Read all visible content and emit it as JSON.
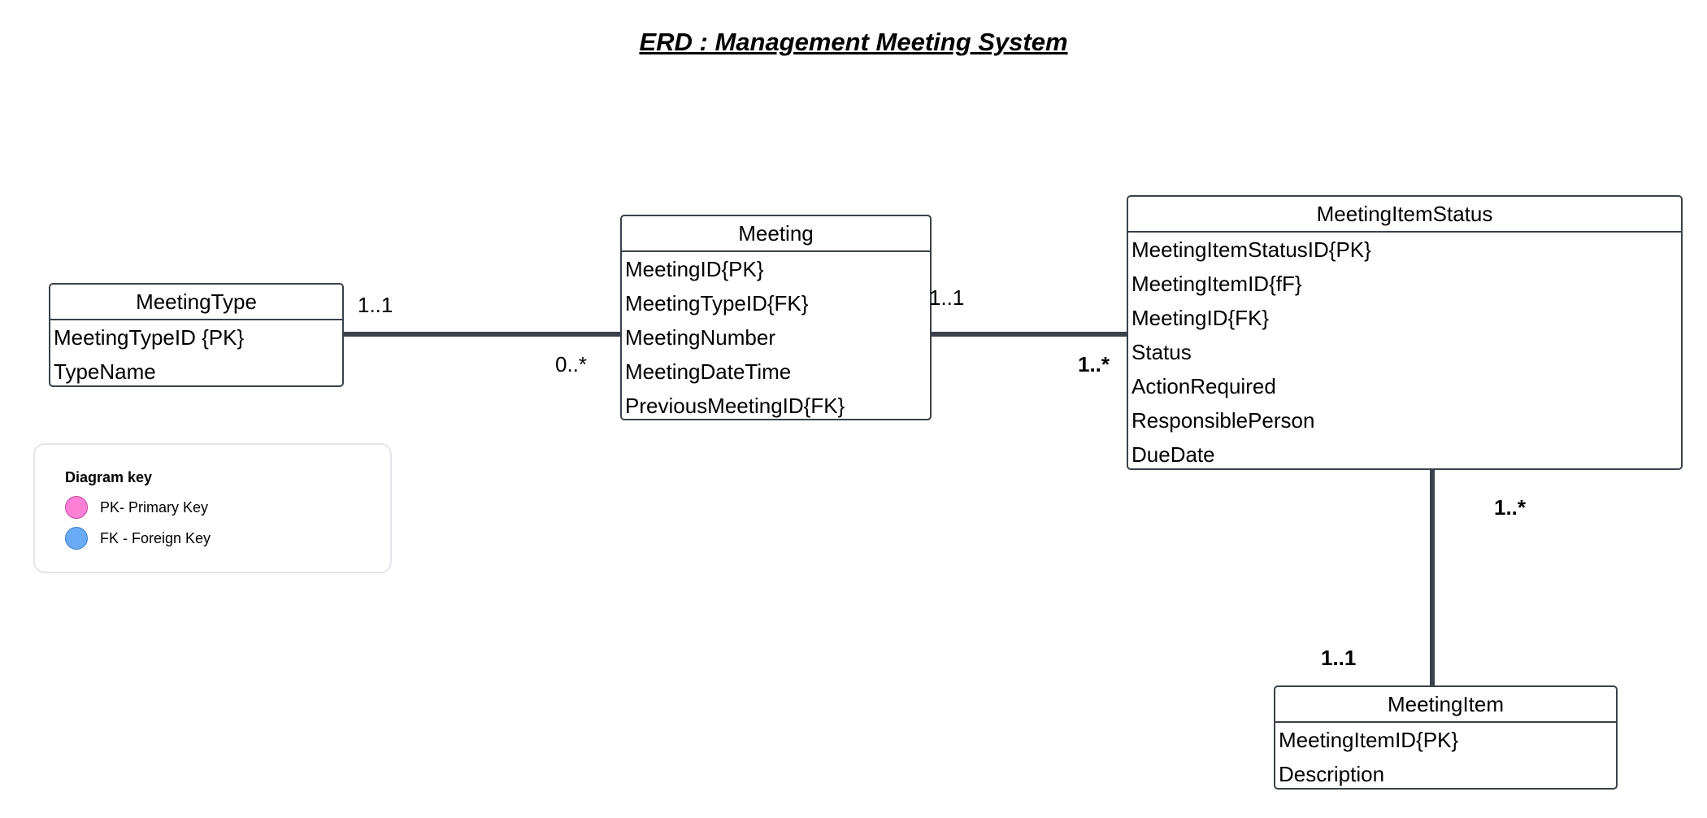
{
  "title": "ERD : Management Meeting System",
  "entities": {
    "meeting_type": {
      "name": "MeetingType",
      "attributes": [
        "MeetingTypeID {PK}",
        "TypeName"
      ]
    },
    "meeting": {
      "name": "Meeting",
      "attributes": [
        "MeetingID{PK}",
        "MeetingTypeID{FK}",
        "MeetingNumber",
        "MeetingDateTime",
        "PreviousMeetingID{FK}"
      ]
    },
    "meeting_item_status": {
      "name": "MeetingItemStatus",
      "attributes": [
        "MeetingItemStatusID{PK}",
        "MeetingItemID{fF}",
        "MeetingID{FK}",
        "Status",
        "ActionRequired",
        "ResponsiblePerson",
        "DueDate"
      ]
    },
    "meeting_item": {
      "name": "MeetingItem",
      "attributes": [
        "MeetingItemID{PK}",
        "Description"
      ]
    }
  },
  "relationships": [
    {
      "from": "MeetingType",
      "to": "Meeting",
      "from_card": "1..1",
      "to_card": "0..*"
    },
    {
      "from": "Meeting",
      "to": "MeetingItemStatus",
      "from_card": "1..1",
      "to_card": "1..*"
    },
    {
      "from": "MeetingItemStatus",
      "to": "MeetingItem",
      "from_card": "1..*",
      "to_card": "1..1"
    }
  ],
  "legend": {
    "title": "Diagram key",
    "items": [
      {
        "label": "PK- Primary  Key",
        "color": "#ff80d5"
      },
      {
        "label": "FK - Foreign Key",
        "color": "#6aabf5"
      }
    ]
  }
}
